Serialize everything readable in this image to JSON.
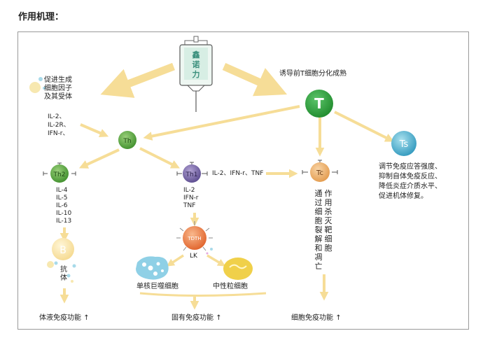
{
  "heading": "作用机理：",
  "drug_name": "鑫诺力",
  "labels": {
    "promote": [
      "促进生成",
      "细胞因子",
      "及其受体"
    ],
    "th_inputs": [
      "IL-2、",
      "IL-2R、",
      "IFN-r、"
    ],
    "induce": "诱导前T细胞分化成熟",
    "ts_effects": [
      "调节免疫应答强度、",
      "抑制自体免疫反应、",
      "降低炎症介质水平、",
      "促进机体修复。"
    ],
    "th1_outputs_inline": "IL-2、IFN-r、TNF",
    "th2_outputs": [
      "IL-4",
      "IL-5",
      "IL-6",
      "IL-10",
      "IL-13"
    ],
    "th1_outputs": [
      "IL-2",
      "IFN-r",
      "TNF"
    ],
    "lk": "LK",
    "antibody": "抗体",
    "tc_action_1": "作用杀灭靶细胞",
    "tc_action_2": "通过细胞裂解和凋亡",
    "macrophage": "单核巨噬细胞",
    "neutrophil": "中性粒细胞"
  },
  "cells": {
    "t": "T",
    "th": "Th",
    "th2": "Th2",
    "th1": "Th1",
    "tc": "Tc",
    "ts": "Ts",
    "b": "B",
    "tdth": "TDTH"
  },
  "functions": {
    "humoral": "体液免疫功能",
    "innate": "固有免疫功能",
    "cellular": "细胞免疫功能",
    "arrow": "↑"
  },
  "colors": {
    "arrow": "#f6dd97",
    "t_cell": "#2e9e3a",
    "th_cell": "#5aaa3e",
    "th1_cell": "#7a68a8",
    "ts_cell": "#4eb3cf",
    "tc_cell": "#e8a058",
    "tdth_cell": "#e77a3e",
    "macrophage": "#8fd0e6",
    "neutrophil": "#f0d04a",
    "b_cell": "#f7e3a0"
  }
}
